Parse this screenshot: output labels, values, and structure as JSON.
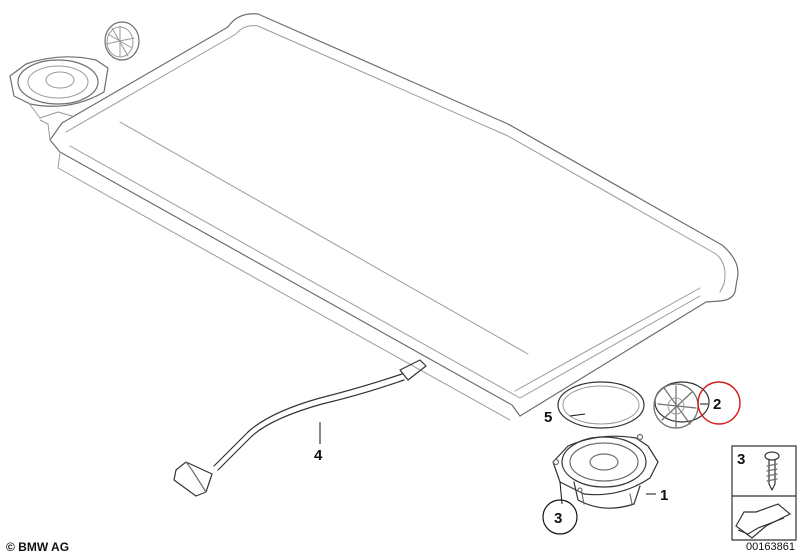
{
  "diagram": {
    "callouts": [
      {
        "id": "1",
        "label": "1"
      },
      {
        "id": "2",
        "label": "2",
        "highlighted": true,
        "highlight_color": "#d42020"
      },
      {
        "id": "3",
        "label": "3",
        "circled": true
      },
      {
        "id": "4",
        "label": "4"
      },
      {
        "id": "5",
        "label": "5"
      }
    ],
    "legend_box": {
      "label": "3"
    }
  },
  "footer": {
    "copyright": "© BMW AG",
    "document_number": "00163861"
  }
}
